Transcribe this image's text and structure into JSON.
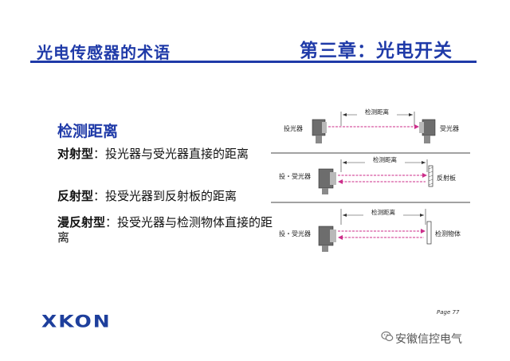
{
  "header": {
    "left_title": "光电传感器的术语",
    "right_title": "第三章：光电开关"
  },
  "section": {
    "title": "检测距离"
  },
  "terms": [
    {
      "term": "对射型",
      "sep": "：",
      "desc": "投光器与受光器直接的距离"
    },
    {
      "term": "反射型",
      "sep": "：",
      "desc": "投受光器到反射板的距离"
    },
    {
      "term": "漫反射型",
      "sep": "：",
      "desc": "投受光器与检测物体直接的距离"
    }
  ],
  "diagram": {
    "rows": [
      {
        "left_label": "投光器",
        "span_label": "检测距离",
        "right_label": "受光器"
      },
      {
        "left_label": "投・受光器",
        "span_label": "检测距离",
        "right_label": "反射板"
      },
      {
        "left_label": "投・受光器",
        "span_label": "检测距离",
        "right_label": "检测物体"
      }
    ]
  },
  "footer": {
    "logo": "XKON",
    "page": "Page 77",
    "watermark": "安徽信控电气"
  },
  "colors": {
    "brand_blue": "#1f3aa8",
    "beam_pink": "#cc2e8a"
  }
}
